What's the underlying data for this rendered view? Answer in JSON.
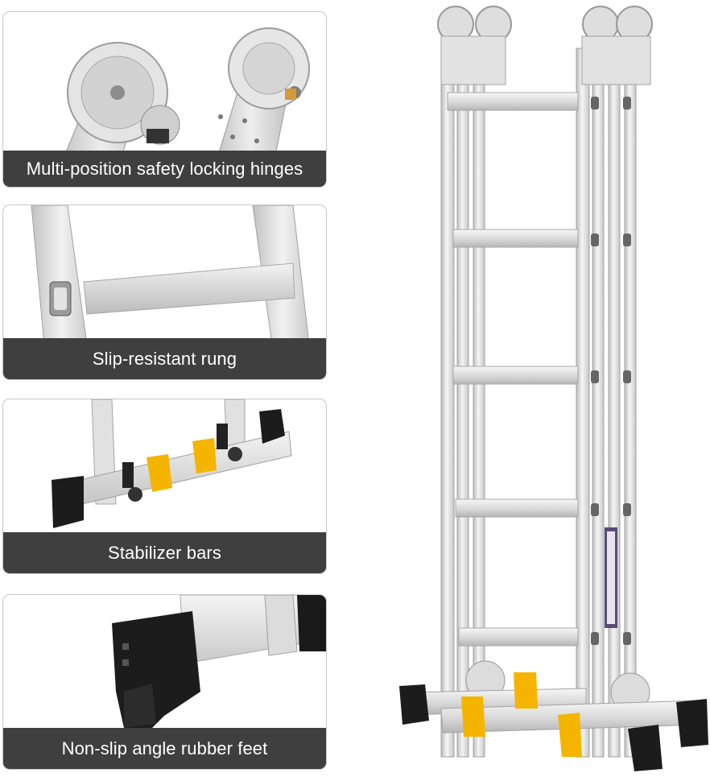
{
  "features": [
    {
      "caption": "Multi-position safety locking hinges",
      "icon": "hinge-closeup"
    },
    {
      "caption": "Slip-resistant rung",
      "icon": "rung-closeup"
    },
    {
      "caption": "Stabilizer bars",
      "icon": "stabilizer-bar-closeup"
    },
    {
      "caption": "Non-slip angle rubber feet",
      "icon": "rubber-foot-closeup"
    }
  ],
  "product": {
    "icon": "folding-ladder"
  },
  "colors": {
    "caption_bg": "#3f3f3f",
    "caption_text": "#ffffff",
    "aluminum": "#dcdcdc",
    "stabilizer_yellow": "#f5b400",
    "rubber_black": "#1c1c1c"
  }
}
